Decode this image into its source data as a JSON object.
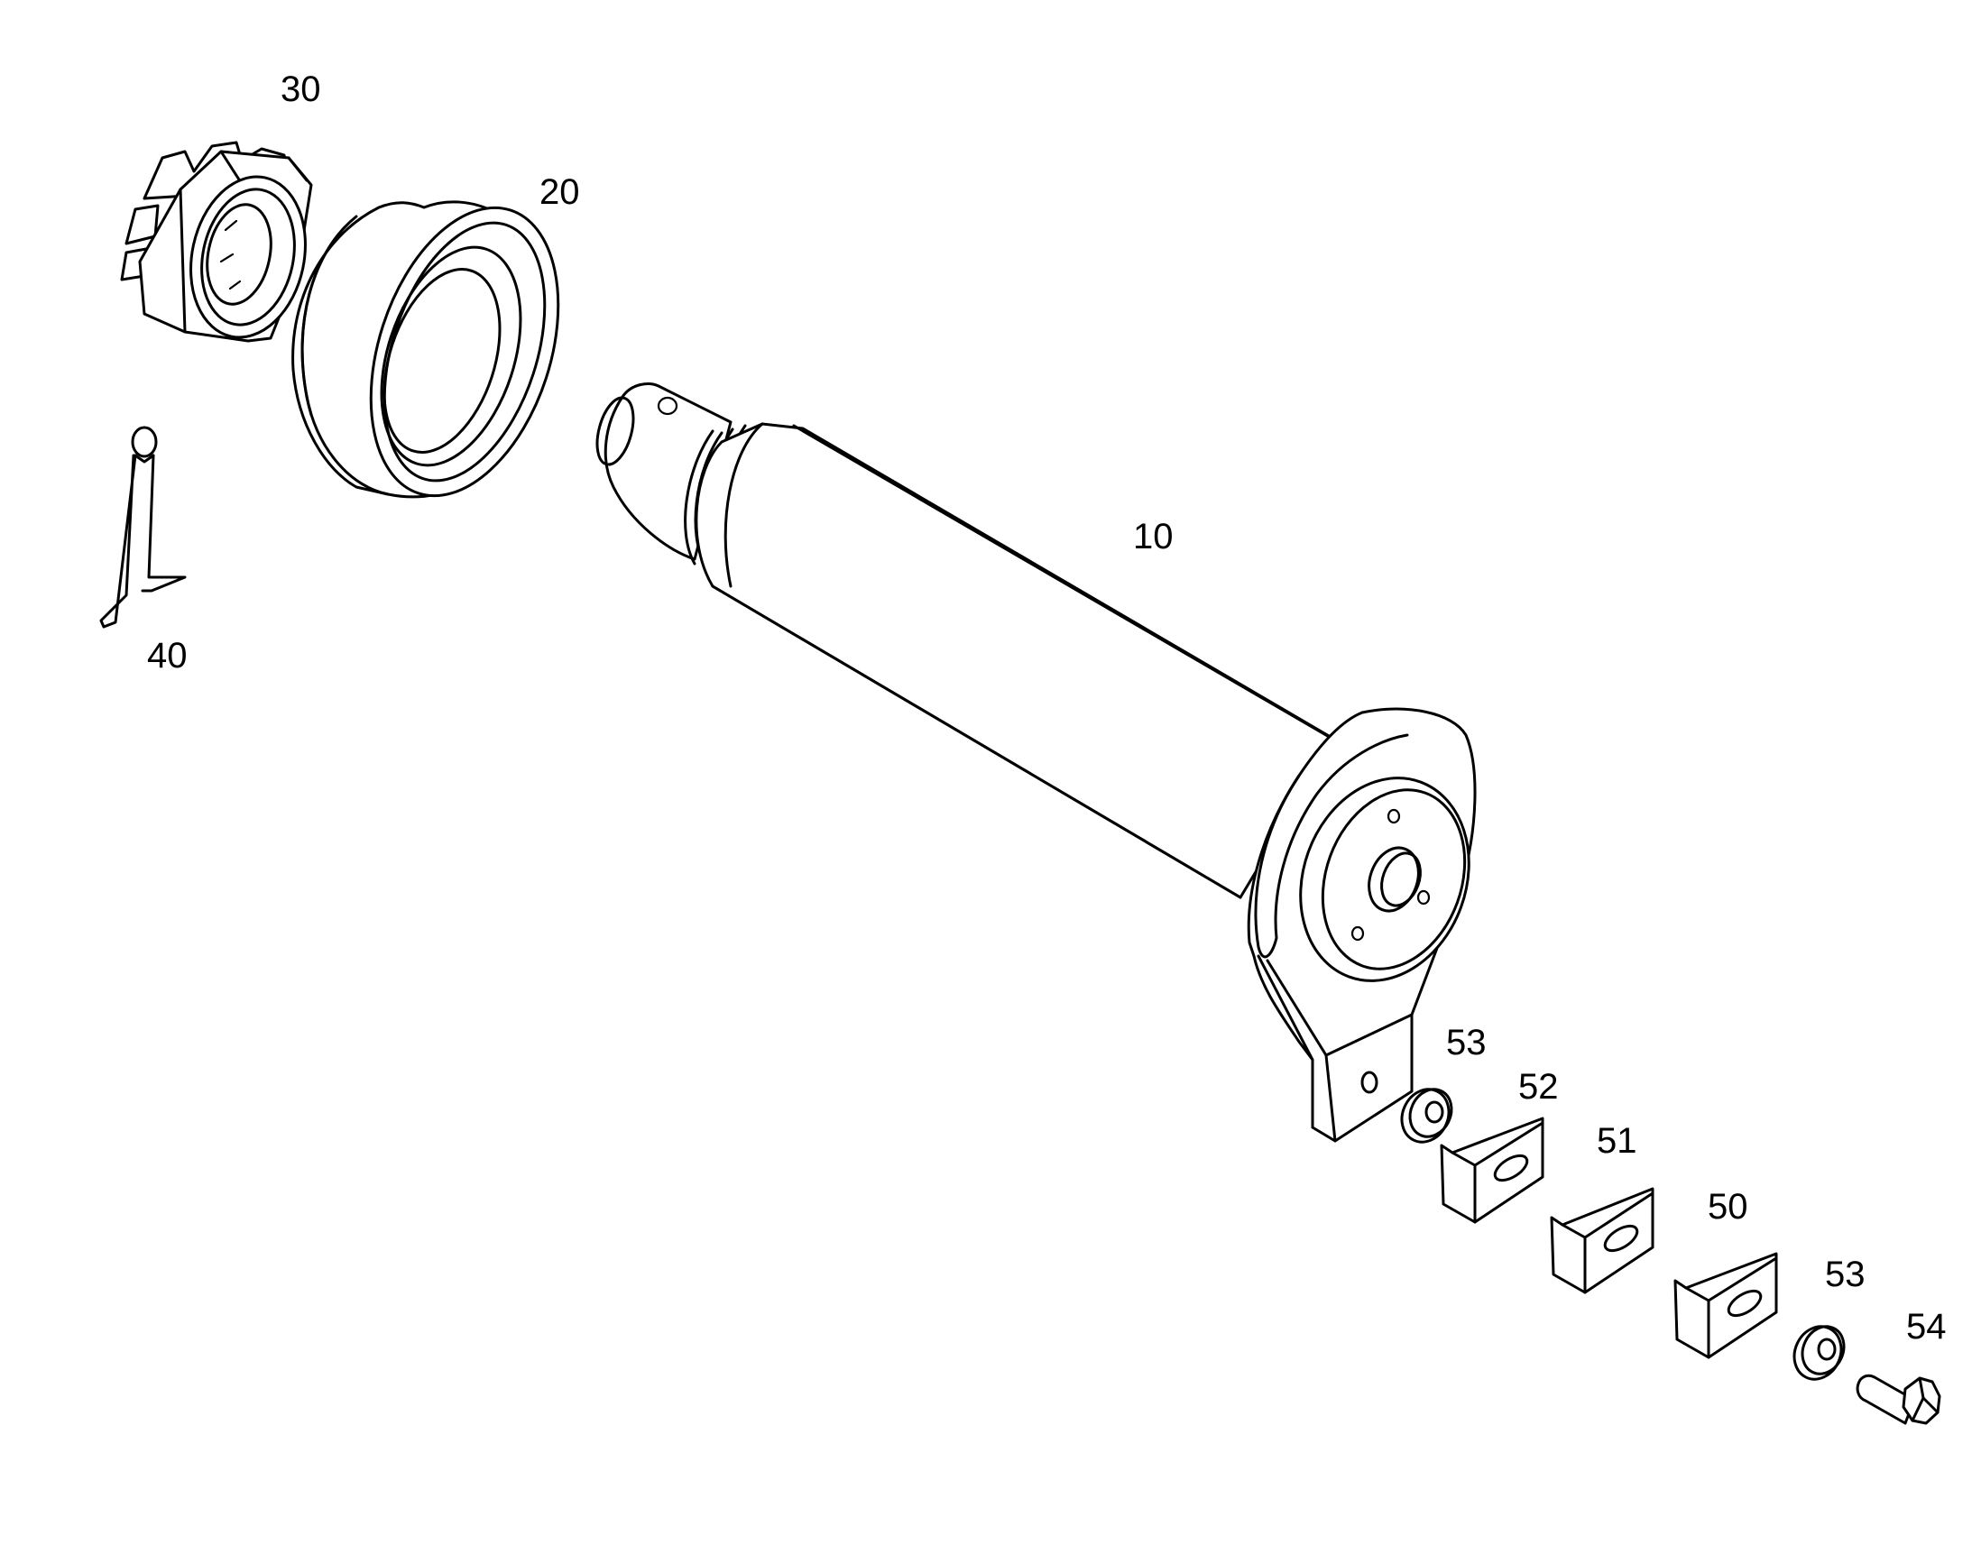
{
  "diagram": {
    "callouts": {
      "c10": "10",
      "c20": "20",
      "c30": "30",
      "c40": "40",
      "c50": "50",
      "c51": "51",
      "c52": "52",
      "c53a": "53",
      "c53b": "53",
      "c54": "54"
    }
  }
}
